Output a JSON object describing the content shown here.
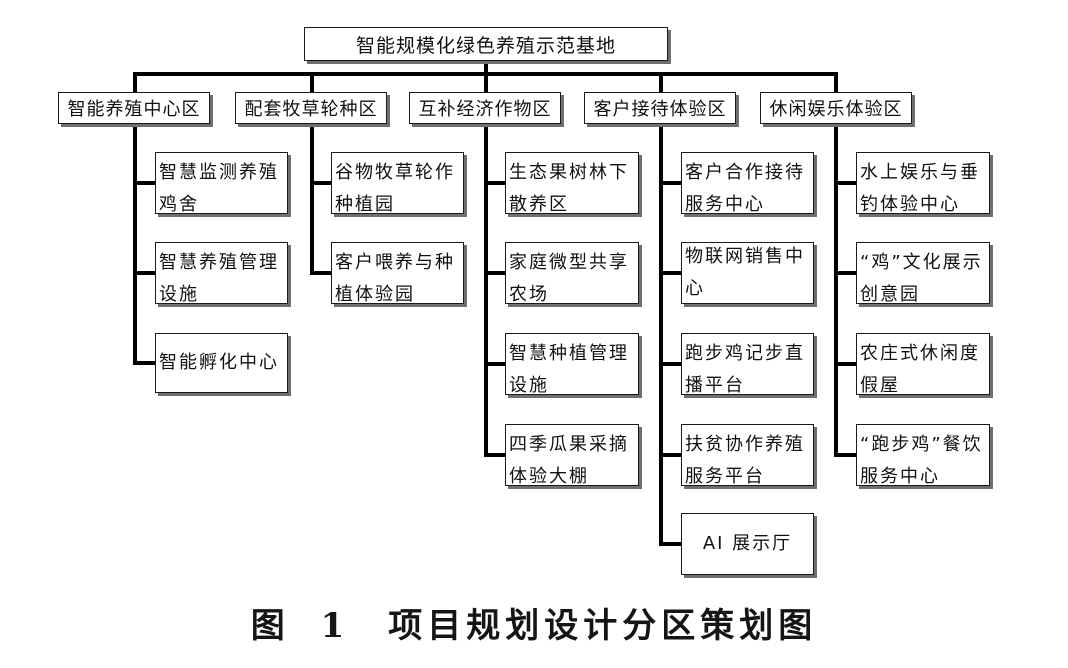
{
  "root": {
    "label": "智能规模化绿色养殖示范基地"
  },
  "zones": [
    {
      "label": "智能养殖中心区",
      "items": [
        "智慧监测养殖鸡舍",
        "智慧养殖管理设施",
        "智能孵化中心"
      ]
    },
    {
      "label": "配套牧草轮种区",
      "items": [
        "谷物牧草轮作种植园",
        "客户喂养与种植体验园"
      ]
    },
    {
      "label": "互补经济作物区",
      "items": [
        "生态果树林下散养区",
        "家庭微型共享农场",
        "智慧种植管理设施",
        "四季瓜果采摘体验大棚"
      ]
    },
    {
      "label": "客户接待体验区",
      "items": [
        "客户合作接待服务中心",
        "物联网销售中心",
        "跑步鸡记步直播平台",
        "扶贫协作养殖服务平台",
        "AI 展示厅"
      ]
    },
    {
      "label": "休闲娱乐体验区",
      "items": [
        "水上娱乐与垂钓体验中心",
        "“鸡”文化展示创意园",
        "农庄式休闲度假屋",
        "“跑步鸡”餐饮服务中心"
      ]
    }
  ],
  "caption": "图 1　项目规划设计分区策划图"
}
